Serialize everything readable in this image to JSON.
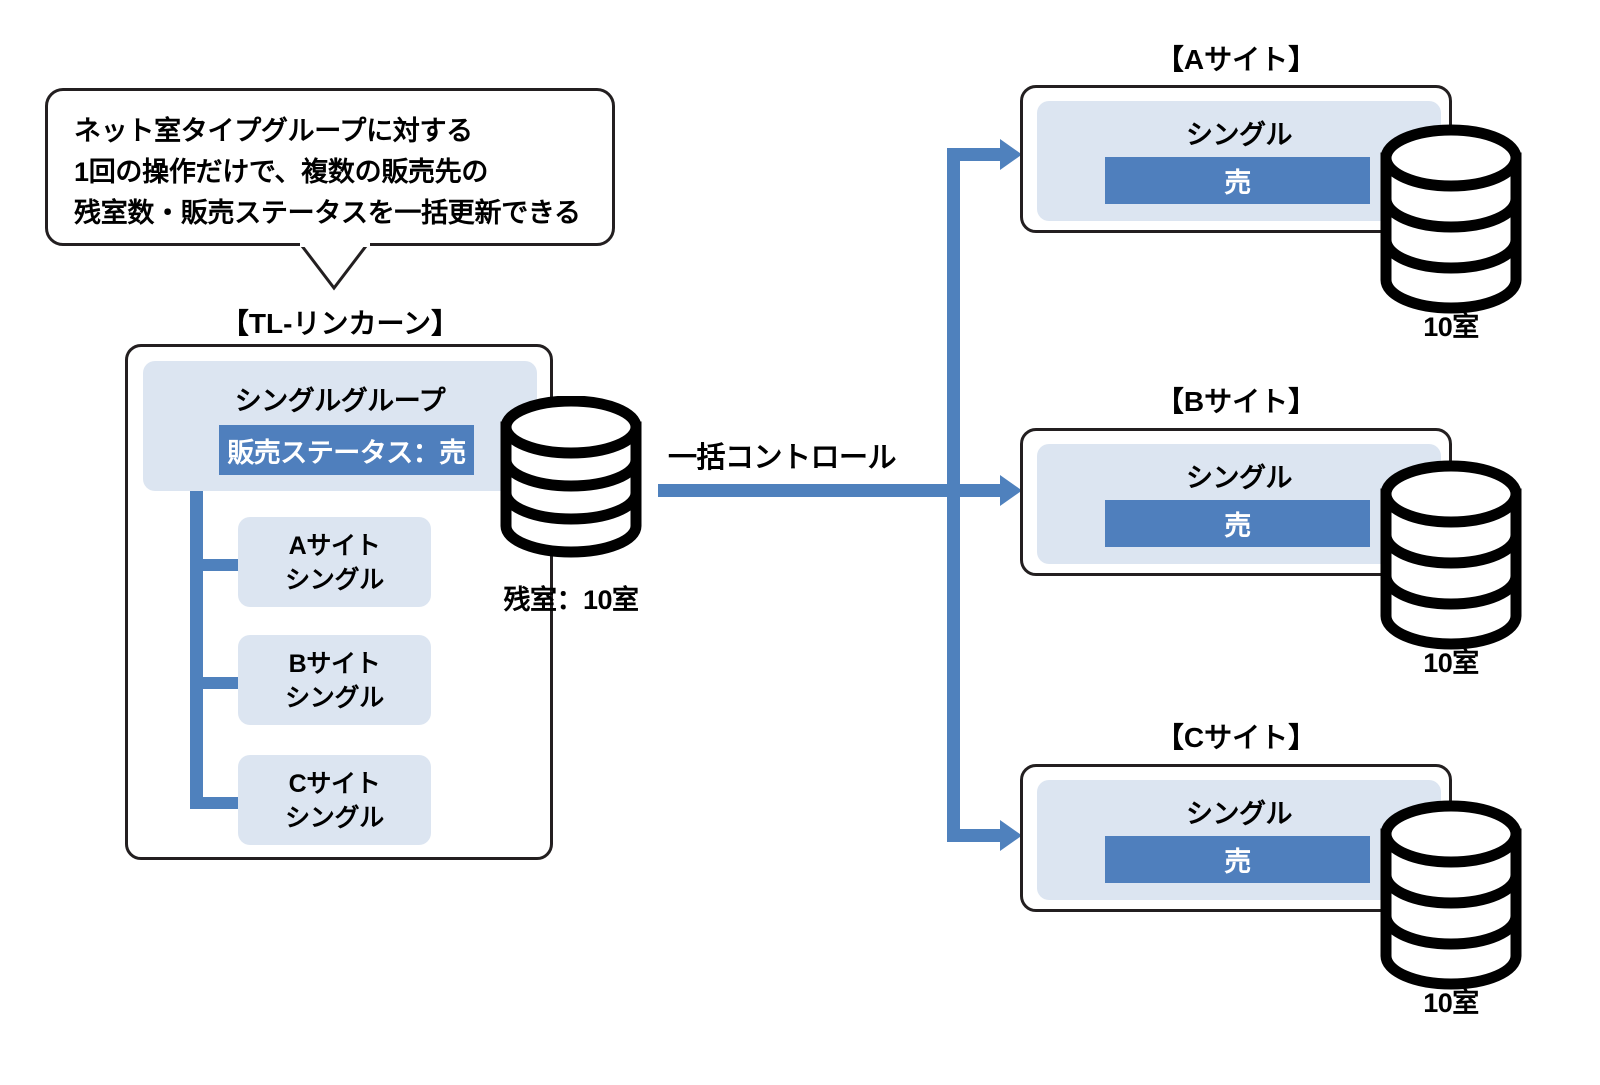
{
  "callout": {
    "text": "ネット室タイプグループに対する\n1回の操作だけで、複数の販売先の\n残室数・販売ステータスを一括更新できる"
  },
  "source_panel": {
    "title": "【TL-リンカーン】",
    "group_name": "シングルグループ",
    "status_bar": "販売ステータス：売",
    "children": [
      {
        "label": "Aサイト\nシングル"
      },
      {
        "label": "Bサイト\nシングル"
      },
      {
        "label": "Cサイト\nシングル"
      }
    ],
    "db_label": "残室：10室",
    "db_icon": "database-cylinder-icon"
  },
  "flow": {
    "label": "一括コントロール",
    "arrow_icon": "arrow-right-icon"
  },
  "targets": [
    {
      "title": "【Aサイト】",
      "room_type": "シングル",
      "status": "売",
      "db_label": "10室",
      "db_icon": "database-cylinder-icon"
    },
    {
      "title": "【Bサイト】",
      "room_type": "シングル",
      "status": "売",
      "db_label": "10室",
      "db_icon": "database-cylinder-icon"
    },
    {
      "title": "【Cサイト】",
      "room_type": "シングル",
      "status": "売",
      "db_label": "10室",
      "db_icon": "database-cylinder-icon"
    }
  ],
  "colors": {
    "accent_blue": "#4f81bd",
    "status_blue": "#4f7fbd",
    "light_blue": "#dce5f1",
    "outline": "#231f20"
  }
}
